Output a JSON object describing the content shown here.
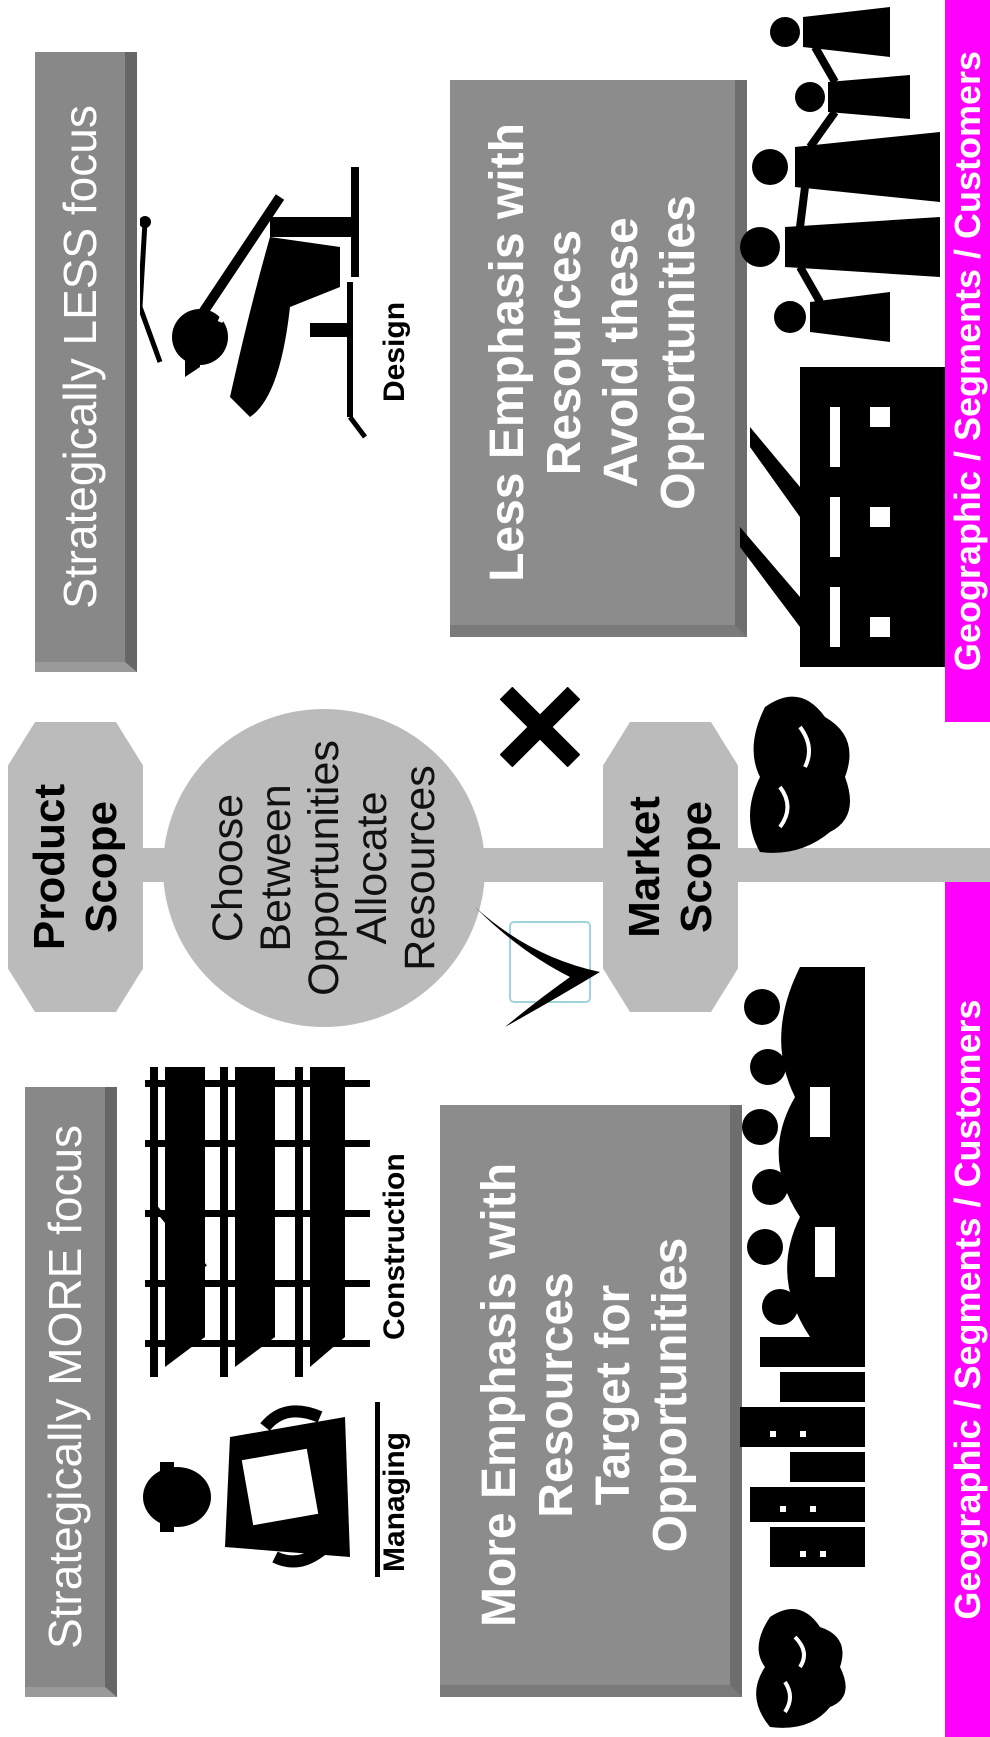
{
  "left_panel": {
    "heading": "Strategically MORE focus",
    "labels": [
      "Managing",
      "Construction"
    ],
    "emphasis_lines": [
      "More Emphasis with",
      "Resources",
      "Target for",
      "Opportunities"
    ]
  },
  "right_panel": {
    "heading": "Strategically LESS focus",
    "labels": [
      "Design"
    ],
    "emphasis_lines": [
      "Less Emphasis with",
      "Resources",
      "Avoid these",
      "Opportunities"
    ]
  },
  "center": {
    "product_scope_lines": [
      "Product",
      "Scope"
    ],
    "choice_lines": [
      "Choose",
      "Between",
      "Opportunities",
      "Allocate",
      "Resources"
    ],
    "market_scope_lines": [
      "Market",
      "Scope"
    ]
  },
  "bottom_bars": {
    "left": "Geographic / Segments / Customers",
    "right": "Geographic / Segments / Customers"
  },
  "icons": {
    "check": "check-mark-icon",
    "cross": "x-mark-icon"
  },
  "colors": {
    "magenta": "#ff00ff",
    "box_gray": "#8c8c8c",
    "light_gray": "#bbbbbb"
  }
}
